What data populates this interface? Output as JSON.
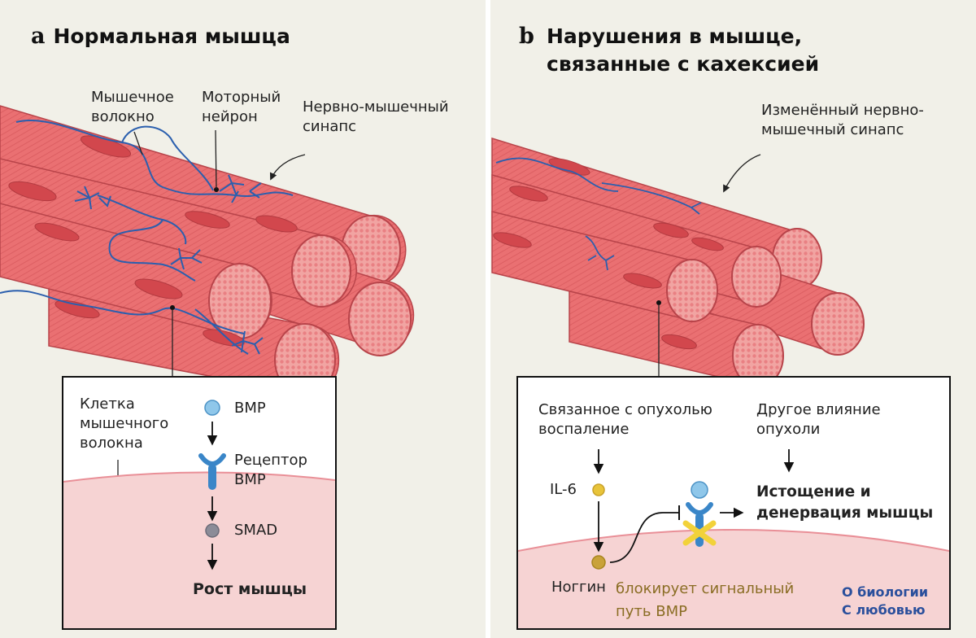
{
  "panel_a": {
    "letter": "a",
    "title": "Нормальная мышца",
    "label_fiber": "Мышечное\nволокно",
    "label_neuron": "Моторный\nнейрон",
    "label_synapse": "Нервно-мышечный\nсинапс",
    "inset": {
      "label_cell": "Клетка\nмышечного\nволокна",
      "label_bmp": "BMP",
      "label_receptor": "Рецептор\nBMP",
      "label_smad": "SMAD",
      "label_growth": "Рост мышцы"
    }
  },
  "panel_b": {
    "letter": "b",
    "title": "Нарушения в мышце,\nсвязанные с кахексией",
    "label_synapse": "Изменённый нервно-\nмышечный синапс",
    "inset": {
      "label_inflammation": "Связанное с опухолью\nвоспаление",
      "label_other": "Другое влияние\nопухоли",
      "label_il6": "IL-6",
      "label_wasting": "Истощение и\nденервация мышцы",
      "label_noggin": "Ноггин",
      "label_blocks": "блокирует сигнальный\nпуть BMP"
    }
  },
  "brand": "О биологии\nС любовью",
  "colors": {
    "muscle": "#e8696b",
    "muscle_dark": "#c94a4f",
    "nerve": "#2b5fae",
    "bmp": "#8fc7ea",
    "receptor": "#3a86c8",
    "smad": "#8c8c98",
    "il6": "#e8c43a",
    "noggin": "#c9a23a",
    "cross": "#f2d23a",
    "membrane": "#f6d3d3"
  }
}
